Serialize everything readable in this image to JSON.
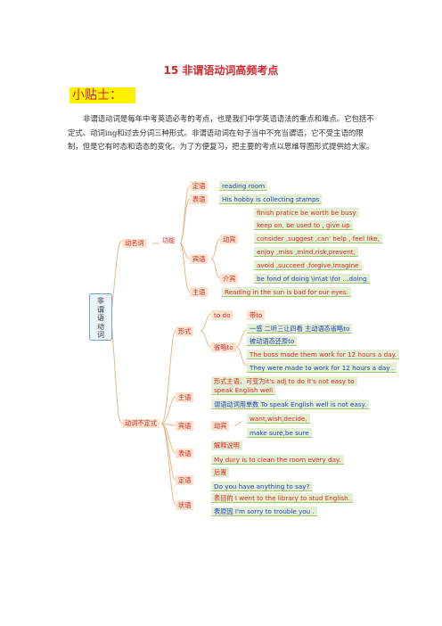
{
  "doc": {
    "title": "15  非谓语动词高频考点",
    "tip_label": "小贴士：",
    "intro": "非谓语动词是每年中考英语必考的考点，也是我们中学英语语法的重点和难点。它包括不定式、动词ing和过去分词三种形式。非谓语动词在句子当中不充当谓语，它不受主语的限制，但是它有时态和语态的变化。为了方便复习，把主要的考点以思维导图形式提供给大家。"
  },
  "mindmap": {
    "root": "非谓语动词",
    "gerund": {
      "label": "动名词",
      "func": "功能",
      "predicative": {
        "label": "定语",
        "text": "reading room"
      },
      "appositive": {
        "label": "表语",
        "text": "His hobby is collecting stamps"
      },
      "object": {
        "label": "宾语",
        "verb_label": "动宾",
        "verbs": [
          "finish  pratice  be worth  be busy",
          "keep on,  be used to ,  give up",
          "consider ,suggest ,can' help , feel like,",
          "enjoy ,miss ,mind,risk,prevent,",
          "avoid ,succeed  ,forgive,imagine"
        ],
        "prep_label": "介宾",
        "prep_text": "be fond of doing \\in\\at \\for ...doing"
      },
      "subject": {
        "label": "主语",
        "text": "Reading in the sun is bad for our eyes."
      }
    },
    "infinitive": {
      "label": "动词不定式",
      "form": {
        "label": "形式",
        "to_do": "to do",
        "without_to": "带to",
        "omit_label": "省略to",
        "omit_items": [
          "一感  二听三让四看  主动语态省略to",
          "被动语态还原to"
        ],
        "examples": [
          "The boss made them work for 12 hours a day.",
          "They were made to work for 12 hours a day ."
        ]
      },
      "subject": {
        "label": "主语",
        "line1": "形式主语，可变为it's adj to do  it's not easy to",
        "line2": "speak English well",
        "line3": "谓语动词用单数   To speak English well is not easy."
      },
      "object": {
        "label": "宾语",
        "verb_label": "动宾",
        "line1": "want,wish,decide,",
        "line2": "make sure,be sure"
      },
      "predicative": {
        "label": "表语",
        "line1": "解释说明",
        "line2": "My dury is to clean the room every day."
      },
      "attributive": {
        "label": "定语",
        "line1": "后置",
        "line2": "Do you have anything to say?"
      },
      "adverbial": {
        "label": "状语",
        "line1": "表目的  I went to the library to stud English.",
        "line2": "表原因 I'm sorry to trouble you ."
      }
    }
  }
}
